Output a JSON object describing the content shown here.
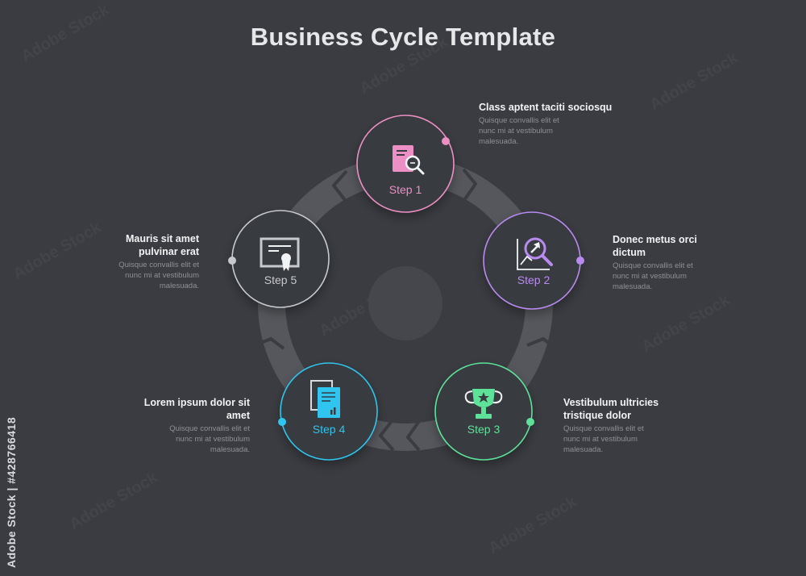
{
  "title": "Business Cycle Template",
  "side_id": "Adobe Stock | #428766418",
  "watermark": "Adobe Stock",
  "colors": {
    "background": "#3a3c41",
    "ring": "#55575c",
    "step1": "#ec8fc4",
    "step2": "#b98bf0",
    "step3": "#5ee29a",
    "step4": "#2fc5ef",
    "step5": "#c7c9cf"
  },
  "steps": [
    {
      "label": "Step 1",
      "heading": "Class aptent taciti sociosqu",
      "body": "Quisque convallis elit et nunc mi at vestibulum malesuada.",
      "icon": "document-search-icon"
    },
    {
      "label": "Step 2",
      "heading": "Donec metus orci dictum",
      "body": "Quisque convallis elit et nunc mi at vestibulum malesuada.",
      "icon": "growth-chart-search-icon"
    },
    {
      "label": "Step 3",
      "heading": "Vestibulum ultricies tristique dolor",
      "body": "Quisque convallis elit et nunc mi at vestibulum malesuada.",
      "icon": "trophy-icon"
    },
    {
      "label": "Step 4",
      "heading": "Lorem ipsum dolor sit amet",
      "body": "Quisque convallis elit et nunc mi at vestibulum malesuada.",
      "icon": "documents-report-icon"
    },
    {
      "label": "Step 5",
      "heading": "Mauris sit amet pulvinar erat",
      "body": "Quisque convallis elit et nunc mi at vestibulum malesuada.",
      "icon": "certificate-icon"
    }
  ]
}
